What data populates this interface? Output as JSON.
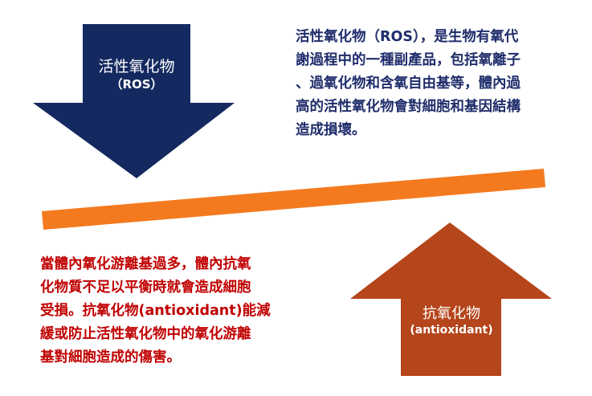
{
  "down_arrow": {
    "label": "活性氧化物",
    "sublabel": "（ROS）",
    "color": "#14295f"
  },
  "up_arrow": {
    "label": "抗氧化物",
    "sublabel": "(antioxidant)",
    "color": "#b5451b"
  },
  "balance_bar": {
    "color": "#f47a1f"
  },
  "ros_description": {
    "lines": [
      "活性氧化物（ROS），是生物有氧代",
      "謝過程中的一種副產品，包括氧離子",
      "、過氧化物和含氧自由基等，體內過",
      "高的活性氧化物會對細胞和基因結構",
      "造成損壞。"
    ],
    "color": "#1f2d6b"
  },
  "antioxidant_description": {
    "lines": [
      "當體內氧化游離基過多，體內抗氧",
      "化物質不足以平衡時就會造成細胞",
      "受損。抗氧化物(antioxidant)能減",
      "緩或防止活性氧化物中的氧化游離",
      "基對細胞造成的傷害。"
    ],
    "color": "#c00000"
  }
}
